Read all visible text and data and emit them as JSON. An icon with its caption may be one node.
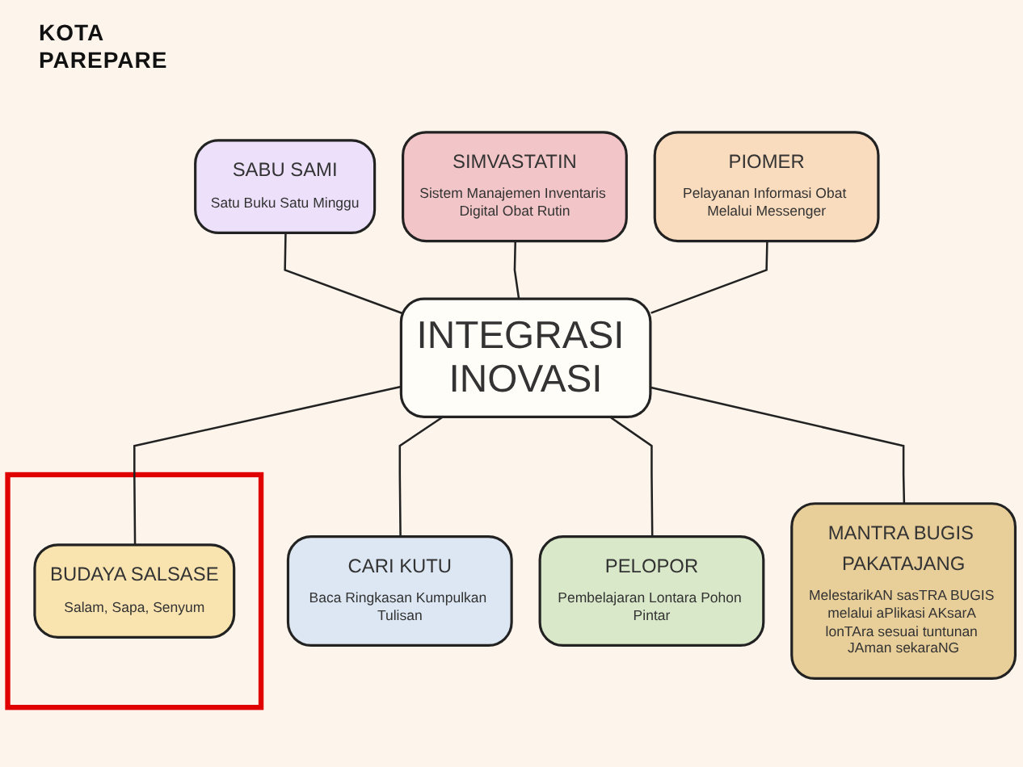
{
  "diagram": {
    "nodes": [
      {
        "text": [
          "SIMVASTATIN",
          "Sistem Manajemen Inventaris Digital Obat Rutin"
        ]
      },
      {
        "text": [
          "SABU SAMI",
          "Satu Buku Satu Minggu"
        ]
      },
      {
        "text": [
          "PIOMER",
          "Pelayanan Informasi Obat Melalui Messenger"
        ]
      },
      {
        "text": [
          "INTEGRASI INOVASI"
        ]
      },
      {
        "text": [
          "CARI KUTU",
          "Baca Ringkasan Kumpulkan Tulisan"
        ]
      },
      {
        "text": [],
        "shape": "box"
      },
      {
        "text": [
          "BUDAYA SALSASE",
          "Salam, Sapa, Senyum"
        ],
        "in": 5
      },
      {
        "text": [
          "PELOPOR",
          "Pembelajaran Lontara Pohon Pintar"
        ]
      },
      {
        "text": [
          "MANTRA BUGIS PAKATAJANG",
          "MelestarikAN sasTRA BUGIS melalui aPlikasi AKsarA lonTAra sesuai tuntunan JAman sekaraNG"
        ]
      }
    ],
    "edges": [
      {
        "from": 1,
        "to": 3,
        "arrow": "none"
      },
      {
        "from": 0,
        "to": 3,
        "arrow": "none"
      },
      {
        "from": 2,
        "to": 3,
        "arrow": "none"
      },
      {
        "from": 3,
        "to": 4,
        "arrow": "none"
      },
      {
        "from": 3,
        "to": 7,
        "arrow": "none"
      },
      {
        "from": 3,
        "to": 8,
        "arrow": "none"
      },
      {
        "from": 3,
        "to": 6,
        "arrow": "none"
      }
    ],
    "labels": [
      "KOTA PAREPARE"
    ]
  }
}
